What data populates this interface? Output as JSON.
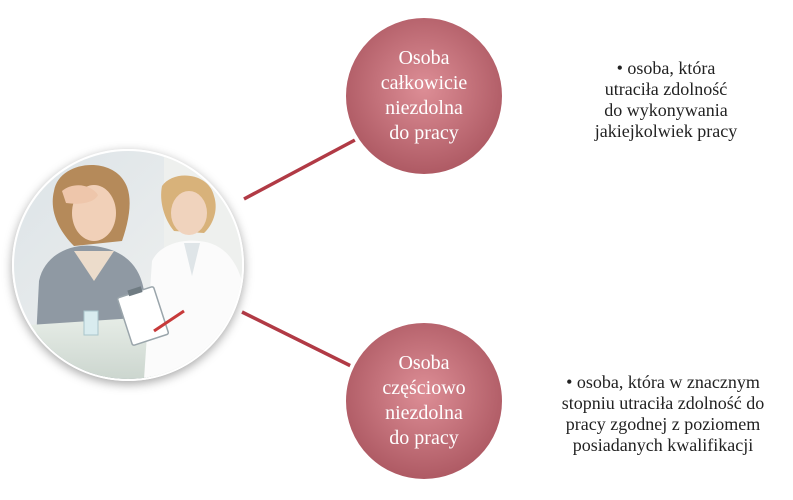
{
  "colors": {
    "node_fill_light": "#dd8e96",
    "node_fill_dark": "#a9545e",
    "node_ring": "#ffffff",
    "connector": "#b13a45",
    "text_dark": "#222222"
  },
  "photo": {
    "icon": "consultation-photo-icon"
  },
  "nodes": [
    {
      "label": "Osoba\ncałkowicie\nniezdolna\ndo pracy",
      "description": "•  osoba, która\nutraciła zdolność\ndo wykonywania\njakiejkolwiek pracy"
    },
    {
      "label": "Osoba\nczęściowo\nniezdolna\ndo pracy",
      "description": "•  osoba, która w znacznym\nstopniu utraciła zdolność do\npracy zgodnej z poziomem\nposiadanych kwalifikacji"
    }
  ]
}
